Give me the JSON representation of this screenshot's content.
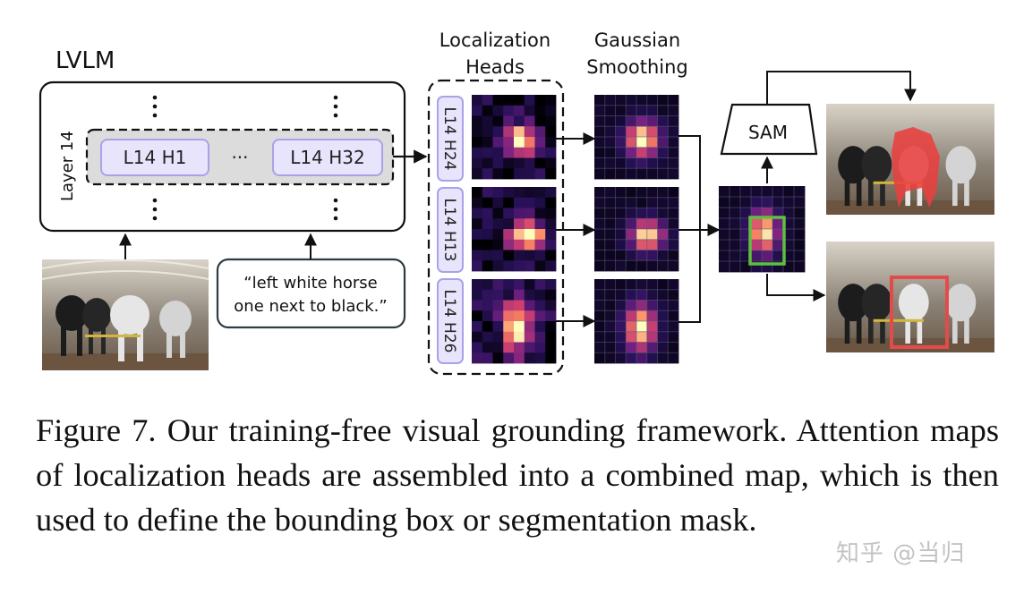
{
  "figure": {
    "model_label": "LVLM",
    "layer_label": "Layer 14",
    "head_first": "L14 H1",
    "head_ellipsis": "···",
    "head_last": "L14 H32",
    "query_line1": "“left white horse",
    "query_line2": "one next to black.”",
    "col_localization_line1": "Localization",
    "col_localization_line2": "Heads",
    "col_gaussian_line1": "Gaussian",
    "col_gaussian_line2": "Smoothing",
    "heads": [
      "L14 H24",
      "L14 H13",
      "L14 H26"
    ],
    "sam_label": "SAM",
    "colors": {
      "bbox": "#e34b4b",
      "combined_box": "#5fbf3f",
      "head_tag_bg": "#e7e4fb",
      "head_tag_border": "#a7a2ea",
      "mask": "#e8403f"
    }
  },
  "caption": "Figure 7. Our training-free visual grounding framework. Attention maps of localization heads are assembled into a combined map, which is then used to define the bounding box or segmentation mask.",
  "watermark": "知乎 @当归"
}
